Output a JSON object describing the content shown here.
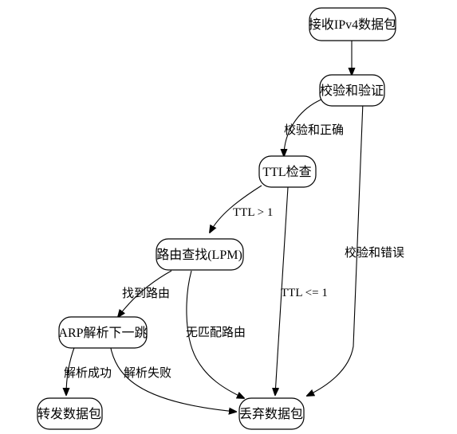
{
  "nodes": {
    "receive": "接收IPv4数据包",
    "checksum": "校验和验证",
    "ttl_check": "TTL检查",
    "route_lookup": "路由查找(LPM)",
    "arp": "ARP解析下一跳",
    "forward": "转发数据包",
    "drop": "丢弃数据包"
  },
  "edges": {
    "checksum_ok": "校验和正确",
    "checksum_err": "校验和错误",
    "ttl_gt_1": "TTL > 1",
    "ttl_le_1": "TTL <= 1",
    "route_found": "找到路由",
    "no_route": "无匹配路由",
    "arp_ok": "解析成功",
    "arp_fail": "解析失败"
  }
}
